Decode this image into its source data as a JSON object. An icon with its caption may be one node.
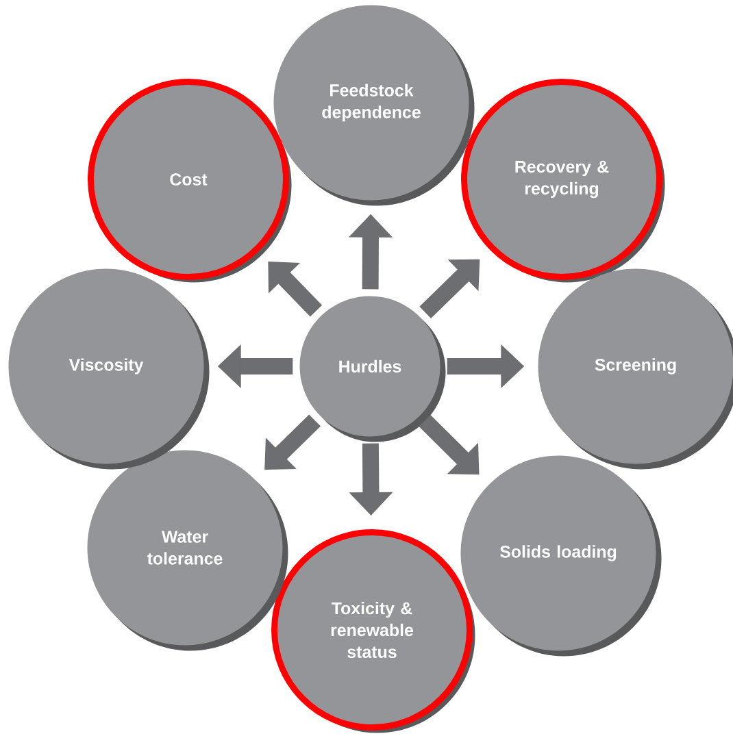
{
  "diagram": {
    "nodes": [
      {
        "text": [
          "Hurdles"
        ]
      },
      {
        "text": [
          "Feedstock dependence"
        ]
      },
      {
        "text": [
          "Recovery & recycling"
        ]
      },
      {
        "text": [
          "Screening"
        ]
      },
      {
        "text": [
          "Solids loading"
        ]
      },
      {
        "text": [
          "Toxicity & renewable status"
        ]
      },
      {
        "text": [
          "Water tolerance"
        ]
      },
      {
        "text": [
          "Viscosity"
        ]
      },
      {
        "text": [
          "Cost"
        ]
      }
    ],
    "edges": [
      {
        "from": 0,
        "to": 1,
        "arrow": "to"
      },
      {
        "from": 0,
        "to": 2,
        "arrow": "to"
      },
      {
        "from": 0,
        "to": 3,
        "arrow": "to"
      },
      {
        "from": 0,
        "to": 4,
        "arrow": "to"
      },
      {
        "from": 0,
        "to": 5,
        "arrow": "to"
      },
      {
        "from": 0,
        "to": 6,
        "arrow": "to"
      },
      {
        "from": 0,
        "to": 7,
        "arrow": "to"
      },
      {
        "from": 0,
        "to": 8,
        "arrow": "to"
      }
    ]
  }
}
